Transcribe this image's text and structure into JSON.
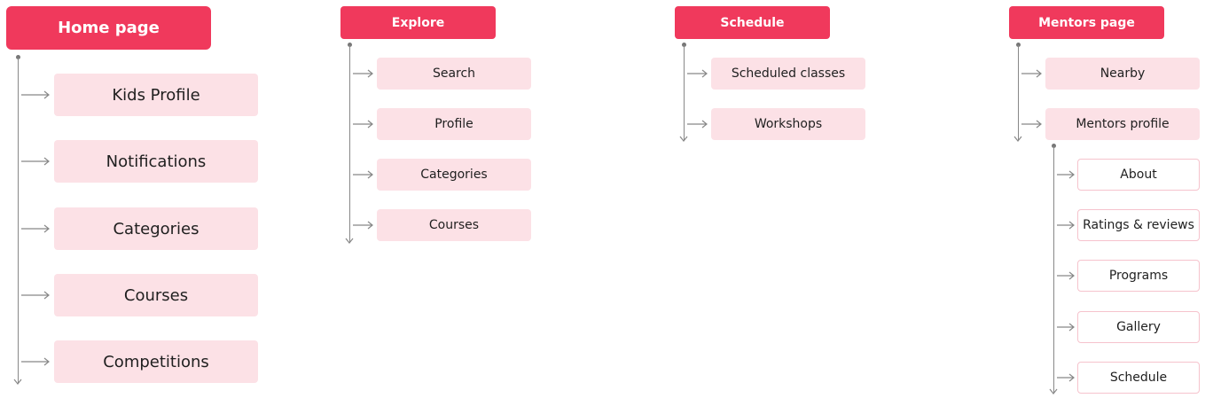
{
  "columns": [
    {
      "header": "Home page",
      "items": [
        "Kids Profile",
        "Notifications",
        "Categories",
        "Courses",
        "Competitions"
      ]
    },
    {
      "header": "Explore",
      "items": [
        "Search",
        "Profile",
        "Categories",
        "Courses"
      ]
    },
    {
      "header": "Schedule",
      "items": [
        "Scheduled classes",
        "Workshops"
      ]
    },
    {
      "header": "Mentors page",
      "items": [
        "Nearby",
        "Mentors profile"
      ],
      "subitems": [
        "About",
        "Ratings & reviews",
        "Programs",
        "Gallery",
        "Schedule"
      ]
    }
  ],
  "colors": {
    "header": "#f0395c",
    "item": "#fce1e6",
    "subitem_border": "#f6c3cd",
    "line": "#888888"
  }
}
